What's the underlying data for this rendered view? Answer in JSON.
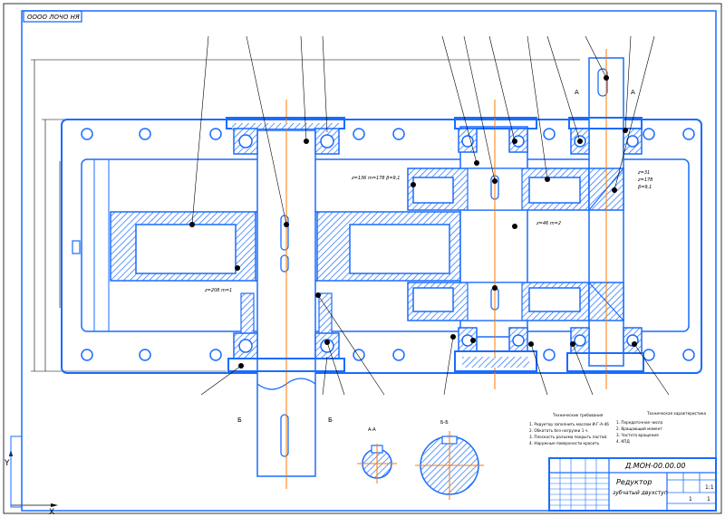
{
  "stamp": {
    "text": "ОООО ЛОЧО НЯ"
  },
  "title_block": {
    "designation": "Д.МОН-00.00.00",
    "name_line1": "Редуктор",
    "name_line2": "зубчатый двухступ",
    "sheet": "1",
    "sheets_total": "1",
    "scale": "1:1",
    "mass": ""
  },
  "notes": {
    "left": {
      "title": "Технические требования",
      "lines": [
        "1. Редуктор заполнить маслом И-Г-А-46",
        "2. Обкатать без нагрузки 1 ч.",
        "3. Плоскость разъема покрыть пастой.",
        "4. Наружные поверхности красить"
      ]
    },
    "right": {
      "title": "Техническая характеристика",
      "lines": [
        "1. Передаточное число",
        "2. Вращающий момент",
        "3. Частота вращения",
        "4. КПД"
      ]
    }
  },
  "views": {
    "section_a": "А-А",
    "section_b": "Б-Б",
    "view_b_left": "Б",
    "view_b_right": "Б",
    "view_a_left": "А",
    "view_a_right": "А"
  },
  "labels": {
    "gear_big": "z=208 m=1",
    "gear_mid": "z=136 m=178 β=9,1",
    "gear_pin": "z=46 m=2",
    "gear_sm1": "z=31",
    "gear_sm2": "z=178",
    "gear_sm3": "β=9,1"
  },
  "axis": {
    "y": "Y",
    "x": "X"
  },
  "colors": {
    "lines": "#1a6cff",
    "axis": "#ff7a00",
    "ink": "#000000"
  }
}
